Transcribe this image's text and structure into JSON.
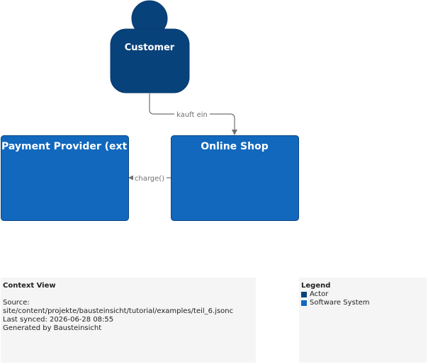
{
  "nodes": {
    "customer": {
      "label": "Customer",
      "color": "#08427b"
    },
    "online_shop": {
      "label": "Online Shop",
      "color": "#1168bd"
    },
    "payment_provider": {
      "label": "Payment Provider (ext",
      "color": "#1168bd"
    }
  },
  "edges": {
    "kauft_ein": {
      "label": "kauft ein"
    },
    "charge": {
      "label": "charge()"
    }
  },
  "edge_color": "#707070",
  "info_panel": {
    "title": "Context View",
    "source_label": "Source:",
    "source_path": "site/content/projekte/bausteinsicht/tutorial/examples/teil_6.jsonc",
    "last_synced": "Last synced: 2026-06-28 08:55",
    "generated_by": "Generated by Bausteinsicht"
  },
  "legend": {
    "title": "Legend",
    "items": [
      {
        "label": "Actor",
        "color": "#08427b"
      },
      {
        "label": "Software System",
        "color": "#1168bd"
      }
    ]
  }
}
